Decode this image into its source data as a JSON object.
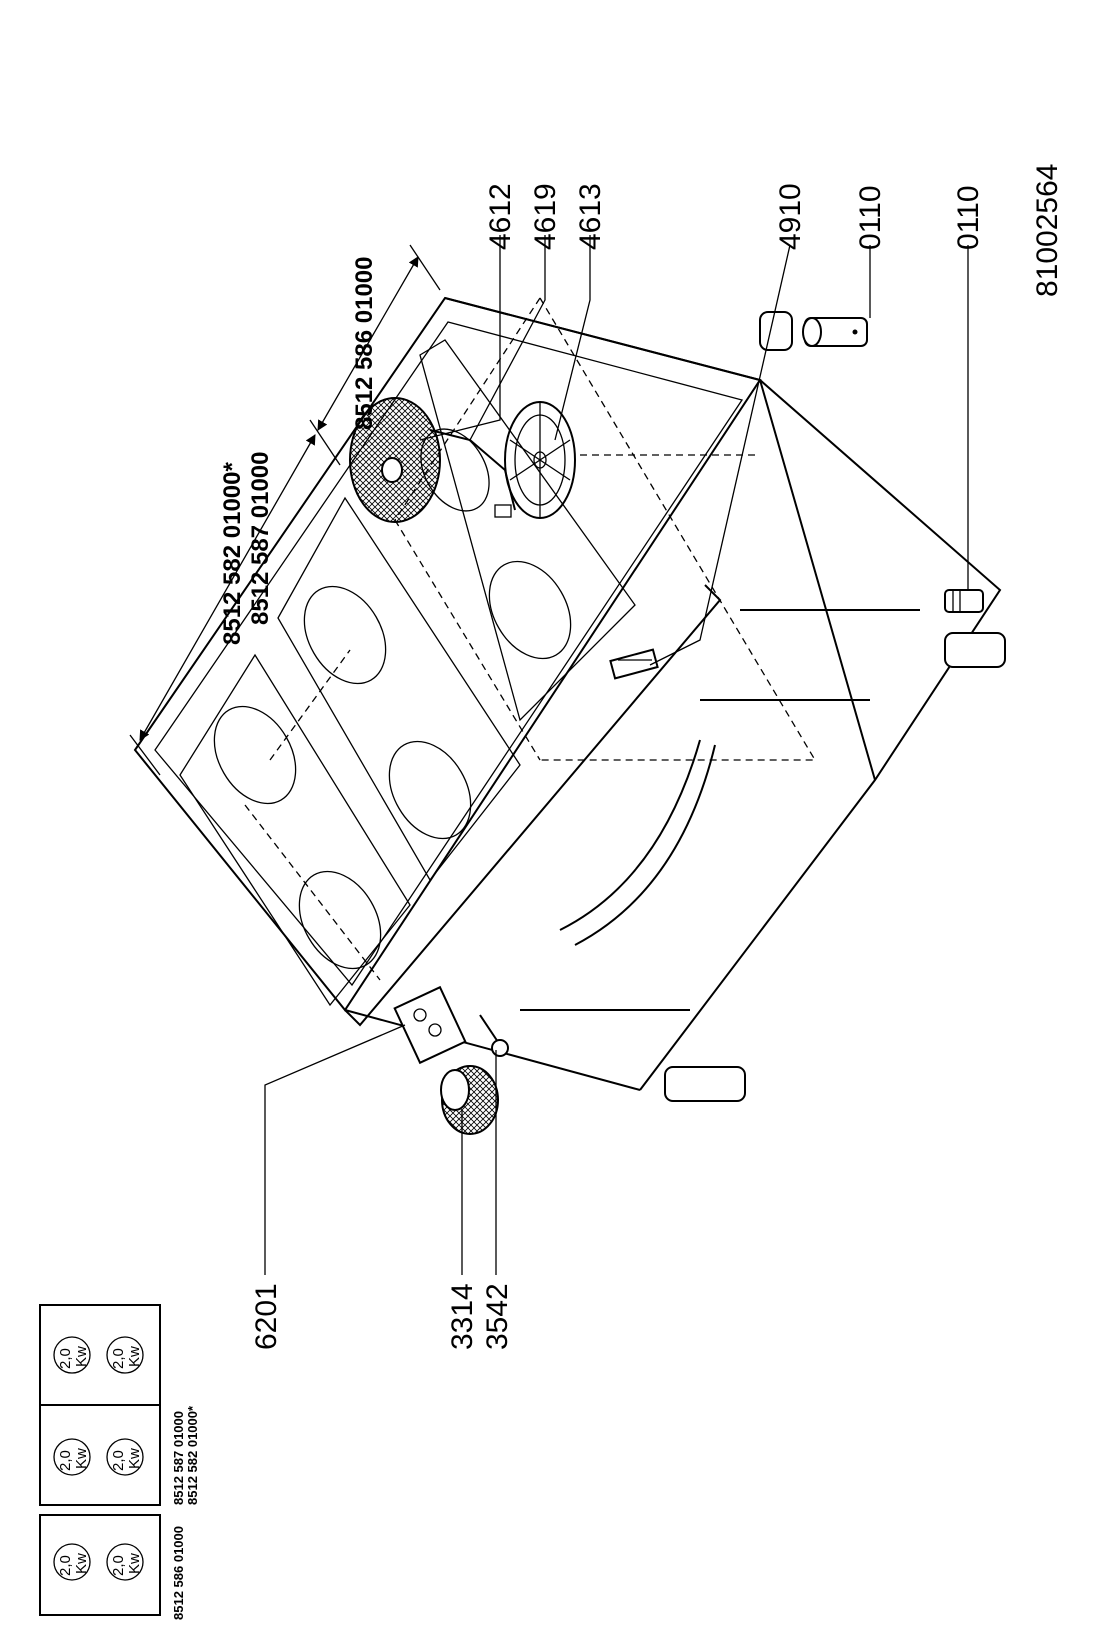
{
  "drawing_id": "81002564",
  "dimensions": {
    "left": [
      "8512 582 01000*",
      "8512 587 01000"
    ],
    "right": "8512 586 01000"
  },
  "callouts": [
    {
      "id": "c4612",
      "label": "4612"
    },
    {
      "id": "c4619",
      "label": "4619"
    },
    {
      "id": "c4613",
      "label": "4613"
    },
    {
      "id": "c4910",
      "label": "4910"
    },
    {
      "id": "c0110a",
      "label": "0110"
    },
    {
      "id": "c0110b",
      "label": "0110"
    },
    {
      "id": "c6201",
      "label": "6201"
    },
    {
      "id": "c3314",
      "label": "3314"
    },
    {
      "id": "c3542",
      "label": "3542"
    }
  ],
  "legend": {
    "panel_a": {
      "zones": [
        "2,0|Kw",
        "2,0|Kw"
      ],
      "caption": "8512 586 01000"
    },
    "panel_b": {
      "zones": [
        "2,0|Kw",
        "2,0|Kw",
        "2,0|Kw",
        "2,0|Kw"
      ],
      "caption": [
        "8512 587 01000",
        "8512 582 01000*"
      ]
    }
  }
}
